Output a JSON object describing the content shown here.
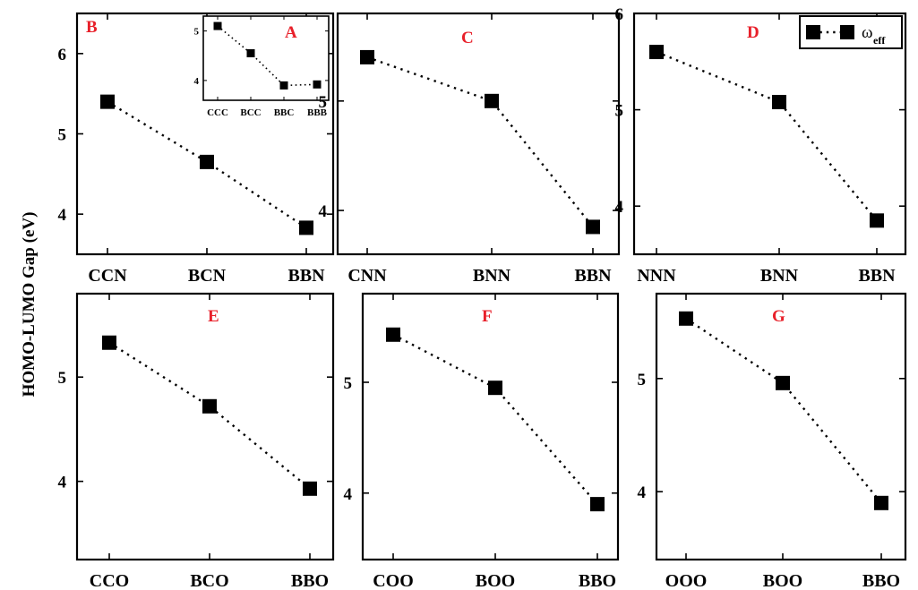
{
  "ylabel": "HOMO-LUMO Gap (eV)",
  "legend": {
    "symbol": "ω",
    "subscript": "eff",
    "marker_color": "#000000"
  },
  "colors": {
    "panel_label": "#e8202a",
    "marker": "#000000",
    "axes": "#000000"
  },
  "chart_data": [
    {
      "type": "line",
      "panel": "B",
      "categories": [
        "CCN",
        "BCN",
        "BBN"
      ],
      "values": [
        5.4,
        4.65,
        3.83
      ],
      "ylim": [
        3.5,
        6.5
      ],
      "yticks": [
        4,
        5,
        6
      ],
      "ylabel": "HOMO-LUMO Gap (eV)"
    },
    {
      "type": "line",
      "panel": "A",
      "inset_of": "B",
      "categories": [
        "CCC",
        "BCC",
        "BBC",
        "BBB"
      ],
      "values": [
        5.1,
        4.55,
        3.9,
        3.92
      ],
      "ylim": [
        3.6,
        5.3
      ],
      "yticks": [
        4,
        5
      ]
    },
    {
      "type": "line",
      "panel": "C",
      "categories": [
        "CNN",
        "BNN",
        "BBN"
      ],
      "values": [
        5.4,
        5.0,
        3.85
      ],
      "ylim": [
        3.6,
        5.8
      ],
      "yticks": [
        4,
        5
      ]
    },
    {
      "type": "line",
      "panel": "D",
      "categories": [
        "NNN",
        "BNN",
        "BBN"
      ],
      "values": [
        5.6,
        5.08,
        3.85
      ],
      "ylim": [
        3.5,
        6.0
      ],
      "yticks": [
        4,
        5,
        6
      ]
    },
    {
      "type": "line",
      "panel": "E",
      "categories": [
        "CCO",
        "BCO",
        "BBO"
      ],
      "values": [
        5.33,
        4.72,
        3.93
      ],
      "ylim": [
        3.25,
        5.8
      ],
      "yticks": [
        4,
        5
      ]
    },
    {
      "type": "line",
      "panel": "F",
      "categories": [
        "COO",
        "BOO",
        "BBO"
      ],
      "values": [
        5.43,
        4.95,
        3.9
      ],
      "ylim": [
        3.4,
        5.8
      ],
      "yticks": [
        4,
        5
      ]
    },
    {
      "type": "line",
      "panel": "G",
      "categories": [
        "OOO",
        "BOO",
        "BBO"
      ],
      "values": [
        5.53,
        4.96,
        3.9
      ],
      "ylim": [
        3.4,
        5.75
      ],
      "yticks": [
        4,
        5
      ]
    }
  ]
}
